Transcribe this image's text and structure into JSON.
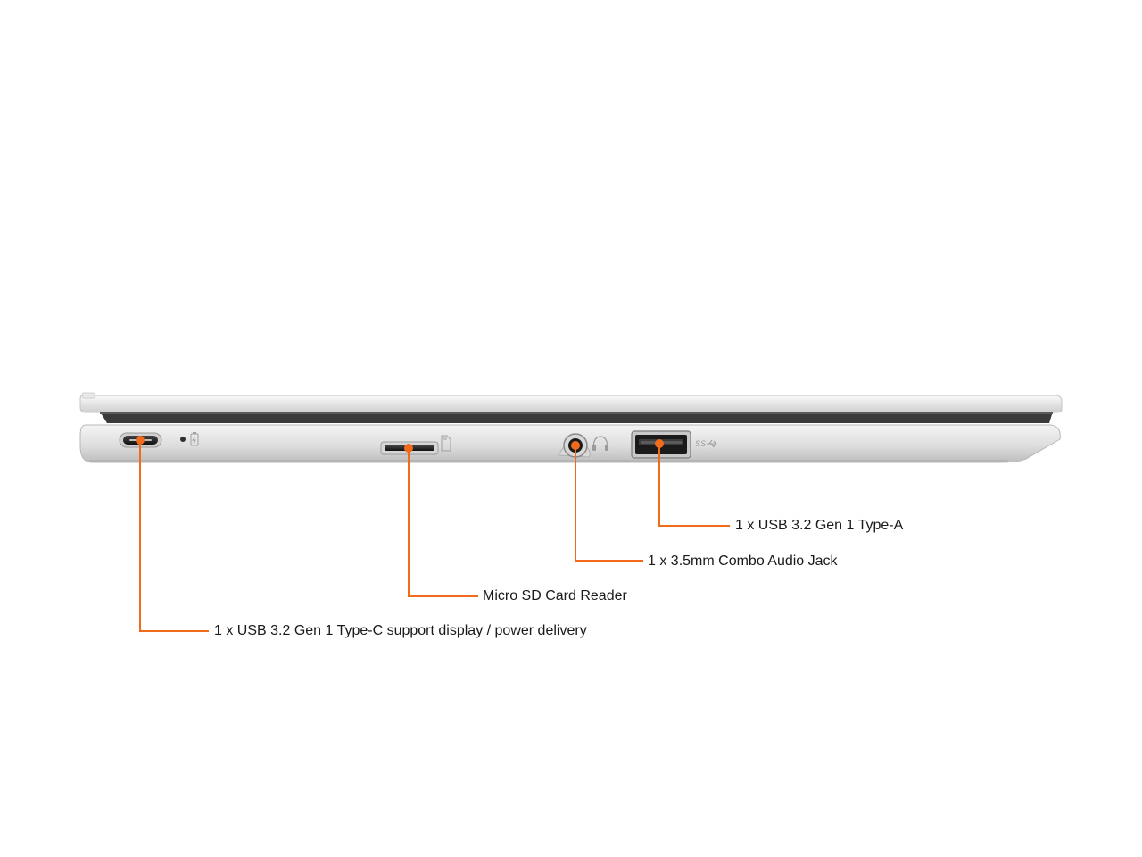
{
  "accent_color": "#f26b1d",
  "callouts": {
    "usb_c": "1 x USB 3.2 Gen 1 Type-C support display / power delivery",
    "micro_sd": "Micro SD Card Reader",
    "audio_jack": "1 x 3.5mm Combo Audio Jack",
    "usb_a": "1 x USB 3.2 Gen 1 Type-A"
  },
  "port_markings": {
    "usb_a_logo": "SS"
  },
  "icons": {
    "led": "battery-indicator-icon",
    "sd": "sd-card-icon",
    "audio": "headphone-icon",
    "usb": "usb-superspeed-icon"
  }
}
